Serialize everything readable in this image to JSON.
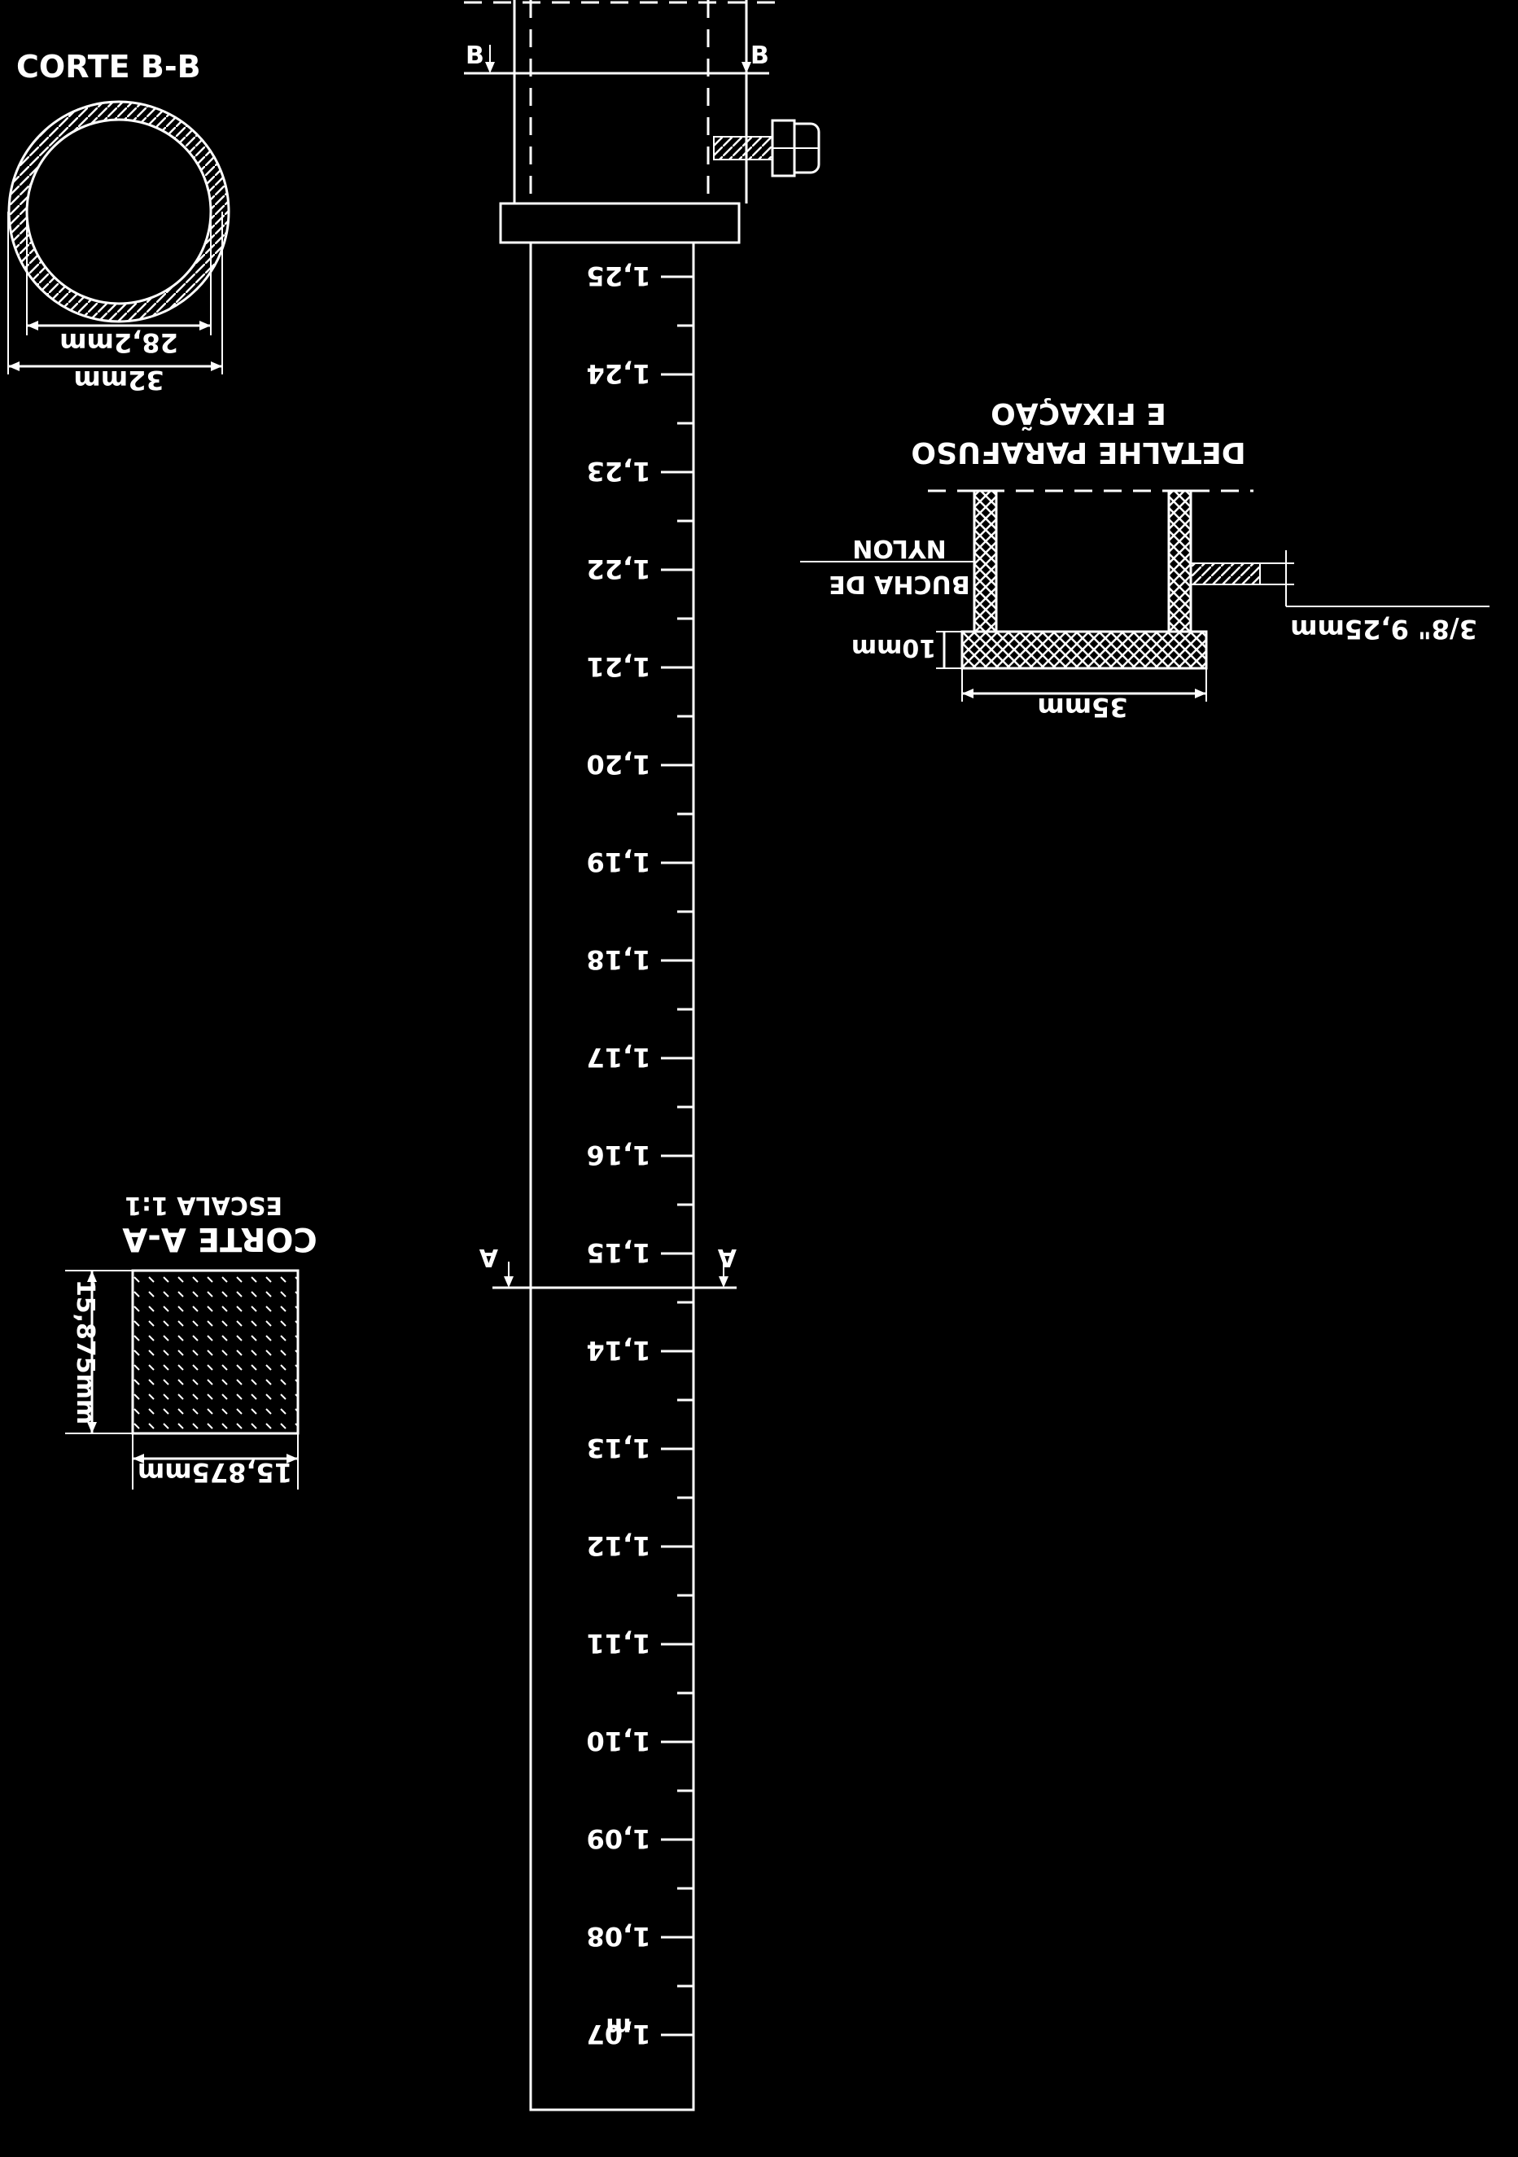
{
  "section_bb": {
    "title": "CORTE B-B",
    "dim_inner": "28,2mm",
    "dim_outer": "32mm"
  },
  "section_aa": {
    "title": "CORTE A-A",
    "scale": "ESCALA 1:1",
    "dim_width": "15,875mm",
    "dim_height": "15,875mm"
  },
  "detail": {
    "title_line1": "DETALHE PARAFUSO",
    "title_line2": "E FIXAÇÃO",
    "bushing_line1": "BUCHA DE",
    "bushing_line2": "NYLON",
    "dim_base_height": "10mm",
    "dim_base_width": "35mm",
    "dim_bolt": "3/8\" 9,25mm"
  },
  "ruler": {
    "marks": [
      "1,25",
      "1,24",
      "1,23",
      "1,22",
      "1,21",
      "1,20",
      "1,19",
      "1,18",
      "1,17",
      "1,16",
      "1,15",
      "1,14",
      "1,13",
      "1,12",
      "1,11",
      "1,10",
      "1,09",
      "1,08",
      "1,07"
    ],
    "unit": "m"
  },
  "cut_markers": {
    "b_left": "B",
    "b_right": "B",
    "a_left": "A",
    "a_right": "A"
  },
  "colors": {
    "background": "#000000",
    "ink": "#ffffff"
  }
}
